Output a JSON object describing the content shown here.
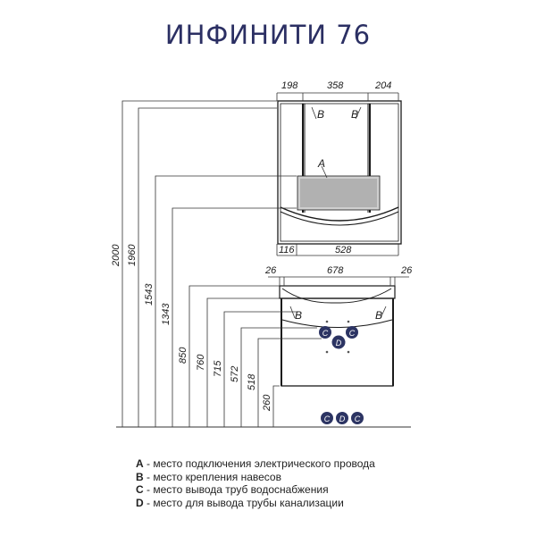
{
  "title": "ИНФИНИТИ 76",
  "dimensions": {
    "top_widths": [
      "198",
      "358",
      "204"
    ],
    "bottom_widths": [
      "116",
      "528"
    ],
    "sink_widths": [
      "26",
      "678",
      "26"
    ],
    "heights": [
      "2000",
      "1960",
      "1543",
      "1343",
      "850",
      "760",
      "715",
      "572",
      "518",
      "260"
    ]
  },
  "markers": {
    "A": "A",
    "B": "B",
    "C": "C",
    "D": "D"
  },
  "legend": [
    {
      "key": "A",
      "text": " - место подключения электрического провода"
    },
    {
      "key": "B",
      "text": " - место крепления навесов"
    },
    {
      "key": "C",
      "text": " - место вывода труб водоснабжения"
    },
    {
      "key": "D",
      "text": " - место для вывода трубы канализации"
    }
  ],
  "colors": {
    "title": "#2b2f63",
    "badge": "#2c3463",
    "line": "#1a1a1a"
  }
}
